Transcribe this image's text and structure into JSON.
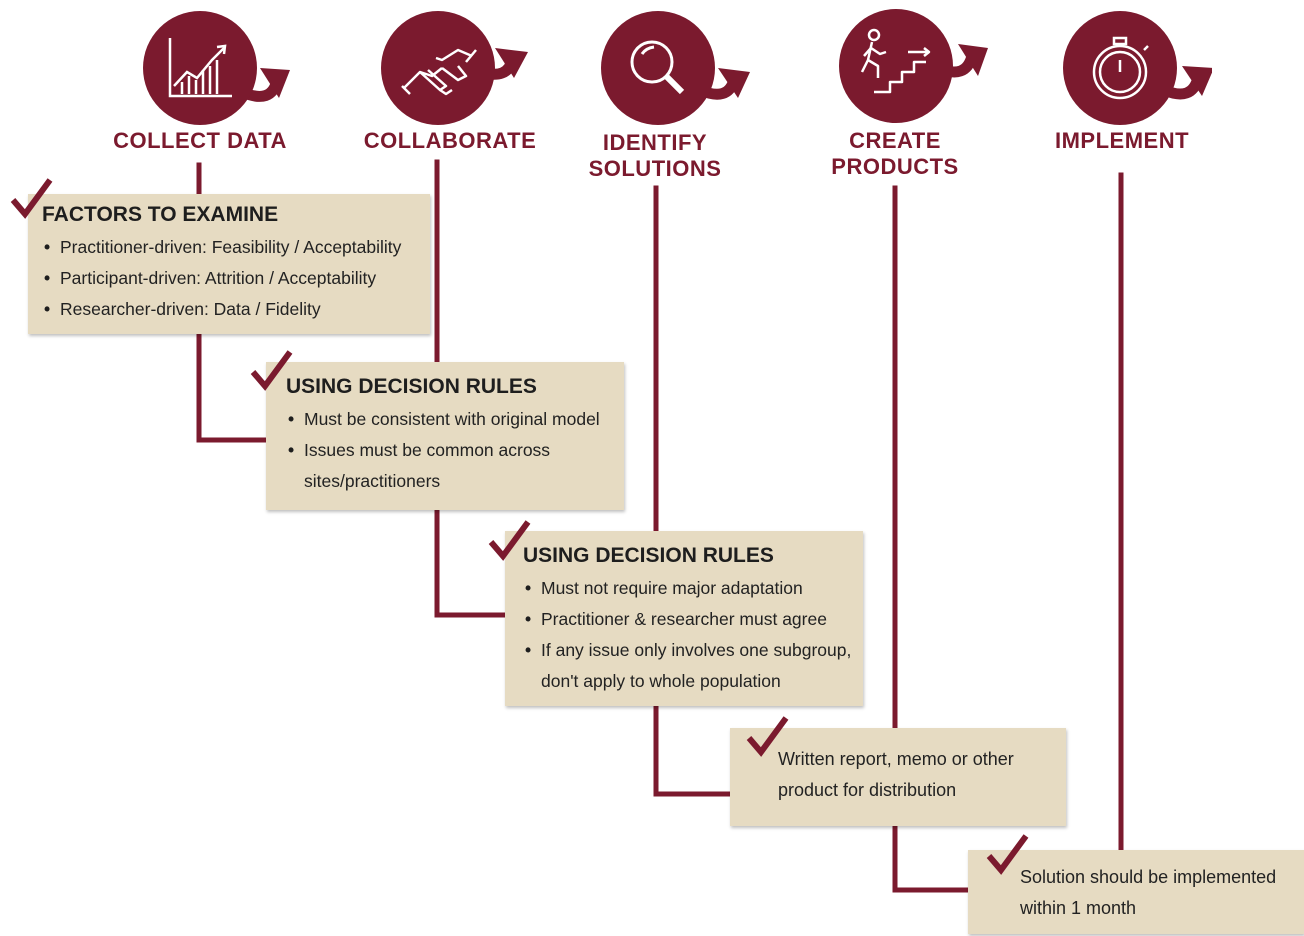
{
  "stages": [
    {
      "title": "COLLECT DATA",
      "icon": "chart-icon"
    },
    {
      "title": "COLLABORATE",
      "icon": "handshake-icon"
    },
    {
      "title": "IDENTIFY SOLUTIONS",
      "icon": "magnifier-icon"
    },
    {
      "title": "CREATE PRODUCTS",
      "icon": "stairs-climber-icon"
    },
    {
      "title": "IMPLEMENT",
      "icon": "stopwatch-icon"
    }
  ],
  "boxes": [
    {
      "title": "FACTORS TO EXAMINE",
      "items": [
        "Practitioner-driven: Feasibility / Acceptability",
        "Participant-driven: Attrition / Acceptability",
        "Researcher-driven: Data / Fidelity"
      ]
    },
    {
      "title": "USING DECISION RULES",
      "items": [
        "Must be consistent with original model",
        "Issues must be common across sites/practitioners"
      ]
    },
    {
      "title": "USING DECISION RULES",
      "items": [
        "Must not require major adaptation",
        "Practitioner & researcher must agree",
        "If any issue only involves one subgroup, don't apply to whole population"
      ]
    },
    {
      "text": "Written report, memo or other product for distribution"
    },
    {
      "text": "Solution should be implemented within 1 month"
    }
  ],
  "colors": {
    "maroon": "#7b1a2e",
    "box": "#e6dbc2"
  }
}
